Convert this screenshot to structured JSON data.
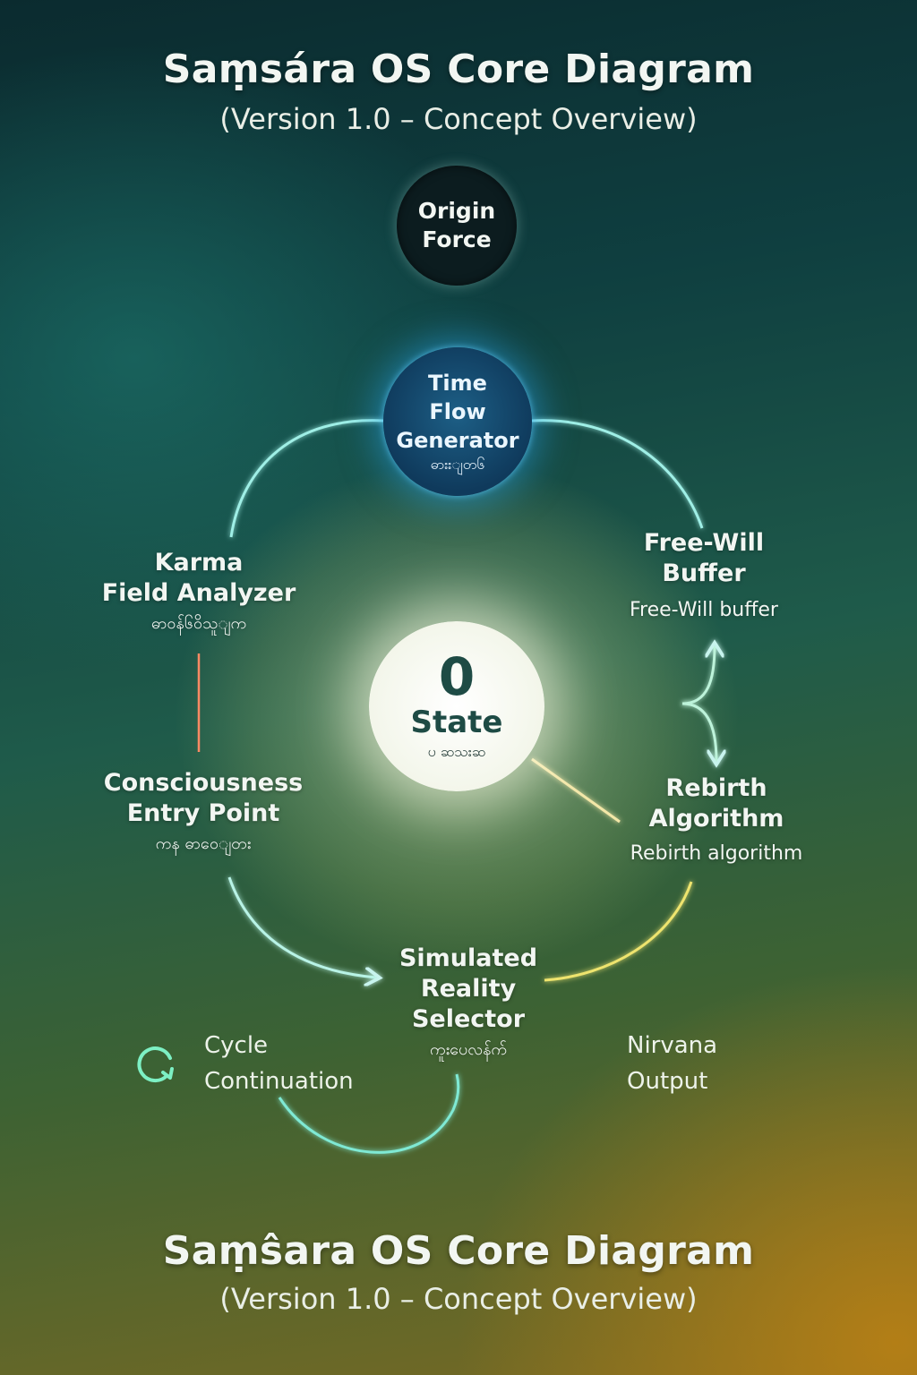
{
  "header": {
    "title": "Saṃsára OS Core Diagram",
    "subtitle": "(Version 1.0 – Concept Overview)"
  },
  "nodes": {
    "origin": {
      "line1": "Origin",
      "line2": "Force"
    },
    "time_flow": {
      "line1": "Time",
      "line2": "Flow",
      "line3": "Generator",
      "native": "ဓားးျတ၆"
    },
    "zero_state": {
      "number": "0",
      "label": "State",
      "native": "ပ ဆသးဆ"
    },
    "karma": {
      "line1": "Karma",
      "line2": "Field Analyzer",
      "native": "ဓာ၀န်၆၀ိသူျက"
    },
    "free_will": {
      "line1": "Free-Will",
      "line2": "Buffer",
      "sub": "Free-Will buffer"
    },
    "consciousness": {
      "line1": "Consciousness",
      "line2": "Entry Point",
      "native": "ကန ဓာ၀ေျတး"
    },
    "rebirth": {
      "line1": "Rebirth",
      "line2": "Algorithm",
      "sub": "Rebirth algorithm"
    },
    "simulated": {
      "line1": "Simulated",
      "line2": "Reality",
      "line3": "Selector",
      "native": "ကူးပေလန်က်"
    },
    "cycle": {
      "line1": "Cycle",
      "line2": "Continuation",
      "icon": "cycle-arrow-icon"
    },
    "nirvana": {
      "line1": "Nirvana",
      "line2": "Output"
    }
  },
  "footer": {
    "title": "Saṃŝara OS Core Diagram",
    "subtitle": "(Version 1.0 – Concept Overview)"
  },
  "colors": {
    "ring_cyan": "#7fe9e4",
    "ring_yellow": "#e8e27a",
    "spoke_red": "#ff6a4a",
    "node_blue": "#1d5f86"
  }
}
